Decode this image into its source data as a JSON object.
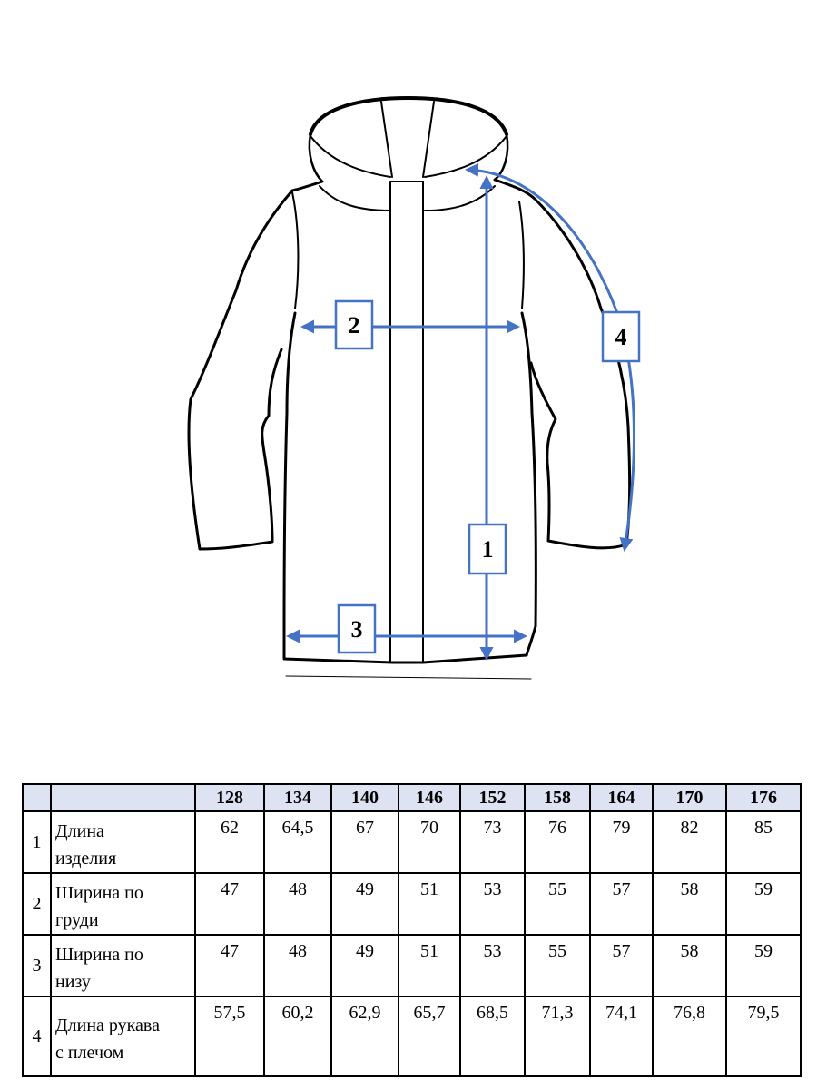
{
  "diagram": {
    "callouts": [
      "1",
      "2",
      "3",
      "4"
    ],
    "arrow_color": "#4472c4",
    "outline_color": "#000000"
  },
  "table": {
    "header_fill": "#dde3f2",
    "sizes": [
      "128",
      "134",
      "140",
      "146",
      "152",
      "158",
      "164",
      "170",
      "176"
    ],
    "rows": [
      {
        "num": "1",
        "name_line1": "Длина",
        "name_line2": "изделия",
        "values": [
          "62",
          "64,5",
          "67",
          "70",
          "73",
          "76",
          "79",
          "82",
          "85"
        ]
      },
      {
        "num": "2",
        "name_line1": "Ширина по",
        "name_line2": "груди",
        "values": [
          "47",
          "48",
          "49",
          "51",
          "53",
          "55",
          "57",
          "58",
          "59"
        ]
      },
      {
        "num": "3",
        "name_line1": "Ширина по",
        "name_line2": "низу",
        "values": [
          "47",
          "48",
          "49",
          "51",
          "53",
          "55",
          "57",
          "58",
          "59"
        ]
      },
      {
        "num": "4",
        "name_line1": "Длина рукава",
        "name_line2": "с плечом",
        "values": [
          "57,5",
          "60,2",
          "62,9",
          "65,7",
          "68,5",
          "71,3",
          "74,1",
          "76,8",
          "79,5"
        ]
      }
    ]
  }
}
